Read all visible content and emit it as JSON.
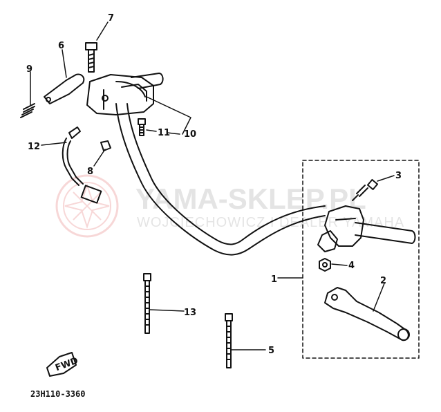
{
  "diagram": {
    "part_code": "23H110-3360",
    "callouts": [
      "1",
      "2",
      "3",
      "4",
      "5",
      "6",
      "7",
      "8",
      "9",
      "10",
      "11",
      "12",
      "13"
    ],
    "fwd_label": "FWD",
    "colors": {
      "line": "#111111",
      "watermark": "#e57373"
    }
  },
  "watermark": {
    "title": "YAMA-SKLEP.PL",
    "subtitle": "WOJCIECHOWICZ I DEALER YAMAHA"
  }
}
